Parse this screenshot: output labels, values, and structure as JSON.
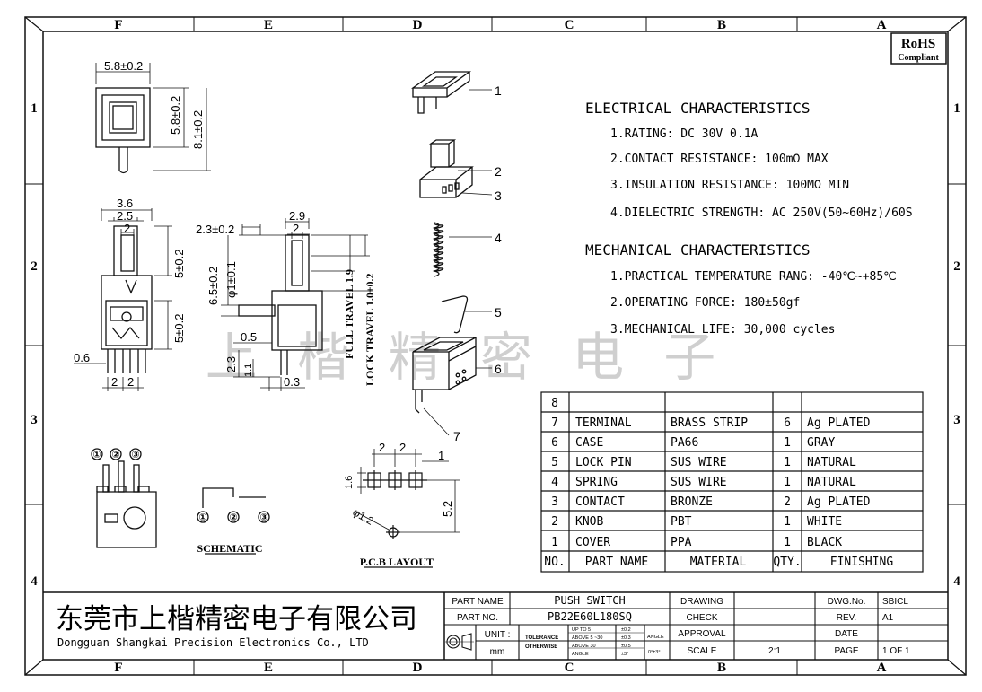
{
  "zones": {
    "top": [
      "F",
      "E",
      "D",
      "C",
      "B",
      "A"
    ],
    "bottom": [
      "F",
      "E",
      "D",
      "C",
      "B",
      "A"
    ],
    "rows": [
      "1",
      "2",
      "3",
      "4"
    ]
  },
  "rohs": {
    "line1": "RoHS",
    "line2": "Compliant"
  },
  "dims": {
    "top_w": "5.8±0.2",
    "top_h1": "5.8±0.2",
    "top_h2": "8.1±0.2",
    "side_w1": "3.6",
    "side_w2": "2.5",
    "side_w3": "2",
    "side_h1": "5±0.2",
    "side_h2": "5±0.2",
    "side_06": "0.6",
    "side_p1": "2",
    "side_p2": "2",
    "mid_w1": "2.3±0.2",
    "mid_h1": "6.5±0.2",
    "mid_d1": "φ1±0.1",
    "mid_05": "0.5",
    "mid_23": "2.3",
    "mid_11": "1.1",
    "mid_03": "0.3",
    "mid_29": "2.9",
    "mid_2": "2",
    "full_travel": "FULL TRAVEL 1.9",
    "lock_travel": "LOCK TRAVEL 1.0±0.2",
    "pcb_2a": "2",
    "pcb_2b": "2",
    "pcb_1": "1",
    "pcb_16": "1.6",
    "pcb_52": "5.2",
    "pcb_d12": "φ1.2"
  },
  "callouts": [
    "1",
    "2",
    "3",
    "4",
    "5",
    "6",
    "7"
  ],
  "pin_labels": [
    "①",
    "②",
    "③"
  ],
  "schematic_label": "SCHEMATIC",
  "pcb_label": "P.C.B LAYOUT",
  "watermark": "上 楷 精 密 电 子",
  "electrical": {
    "title": "ELECTRICAL CHARACTERISTICS",
    "items": [
      "1.RATING: DC 30V 0.1A",
      "2.CONTACT RESISTANCE: 100mΩ MAX",
      "3.INSULATION RESISTANCE: 100MΩ MIN",
      "4.DIELECTRIC STRENGTH: AC 250V(50~60Hz)/60S"
    ]
  },
  "mechanical": {
    "title": "MECHANICAL CHARACTERISTICS",
    "items": [
      "1.PRACTICAL TEMPERATURE RANG: -40℃~+85℃",
      "2.OPERATING FORCE: 180±50gf",
      "3.MECHANICAL LIFE: 30,000 cycles"
    ]
  },
  "bom": {
    "headers": [
      "NO.",
      "PART NAME",
      "MATERIAL",
      "QTY.",
      "FINISHING"
    ],
    "rows": [
      [
        "8",
        "",
        "",
        "",
        ""
      ],
      [
        "7",
        "TERMINAL",
        "BRASS STRIP",
        "6",
        "Ag PLATED"
      ],
      [
        "6",
        "CASE",
        "PA66",
        "1",
        "GRAY"
      ],
      [
        "5",
        "LOCK PIN",
        "SUS WIRE",
        "1",
        "NATURAL"
      ],
      [
        "4",
        "SPRING",
        "SUS WIRE",
        "1",
        "NATURAL"
      ],
      [
        "3",
        "CONTACT",
        "BRONZE",
        "2",
        "Ag PLATED"
      ],
      [
        "2",
        "KNOB",
        "PBT",
        "1",
        "WHITE"
      ],
      [
        "1",
        "COVER",
        "PPA",
        "1",
        "BLACK"
      ]
    ]
  },
  "titleblock": {
    "company_cn": "东莞市上楷精密电子有限公司",
    "company_en": "Dongguan Shangkai Precision Electronics Co., LTD",
    "part_name_label": "PART NAME",
    "part_name": "PUSH SWITCH",
    "part_no_label": "PART NO.",
    "part_no": "PB22E60L180SQ",
    "unit_label": "UNIT :",
    "unit": "mm",
    "tolerance_label": "TOLERANCE",
    "otherwise_label": "OTHERWISE",
    "tol_r1_a": "UP TO 5",
    "tol_r1_b": "±0.2",
    "tol_r2_a": "ABOVE 5 ~30",
    "tol_r2_b": "±0.3",
    "tol_r3_a": "ABOVE 30",
    "tol_r3_b": "±0.5",
    "tol_r4_a": "ANGLE",
    "tol_r4_b": "±3°",
    "angle_label": "ANGLE",
    "angle_val": "0°±3°",
    "drawing": "DRAWING",
    "check": "CHECK",
    "approval": "APPROVAL",
    "scale_label": "SCALE",
    "scale": "2:1",
    "dwg_label": "DWG.No.",
    "dwg": "SBICL",
    "rev_label": "REV.",
    "rev": "A1",
    "date_label": "DATE",
    "date": "",
    "page_label": "PAGE",
    "page": "1 OF 1"
  }
}
